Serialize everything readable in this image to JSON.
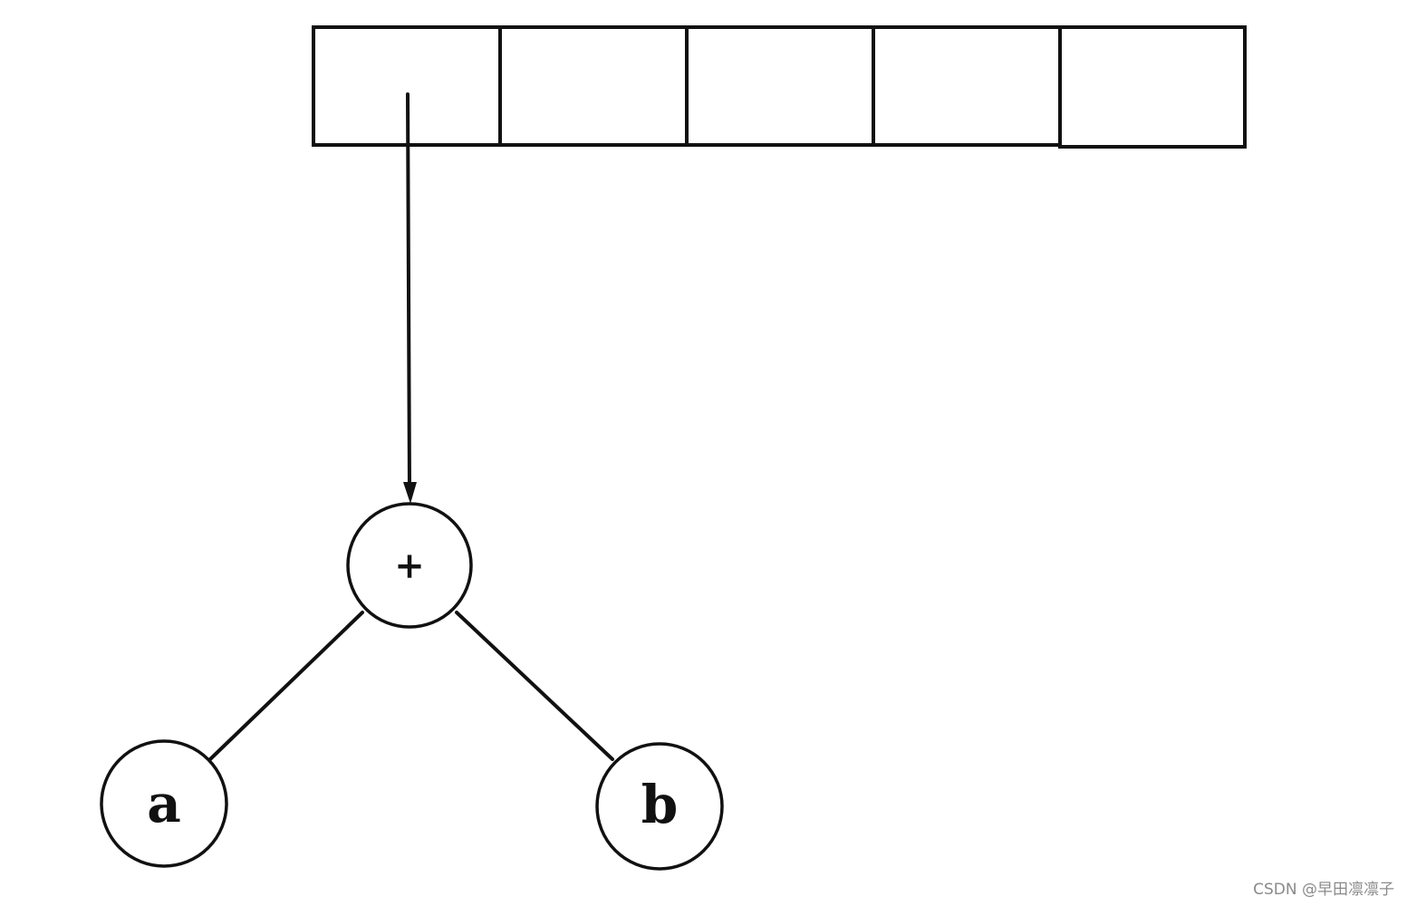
{
  "array": {
    "cell_count": 5
  },
  "tree": {
    "root": {
      "label": "+"
    },
    "left": {
      "label": "a"
    },
    "right": {
      "label": "b"
    }
  },
  "watermark": {
    "text": "CSDN @早田凛凛子"
  },
  "colors": {
    "stroke": "#111111",
    "background": "#ffffff",
    "watermark": "#8a8a8a"
  }
}
